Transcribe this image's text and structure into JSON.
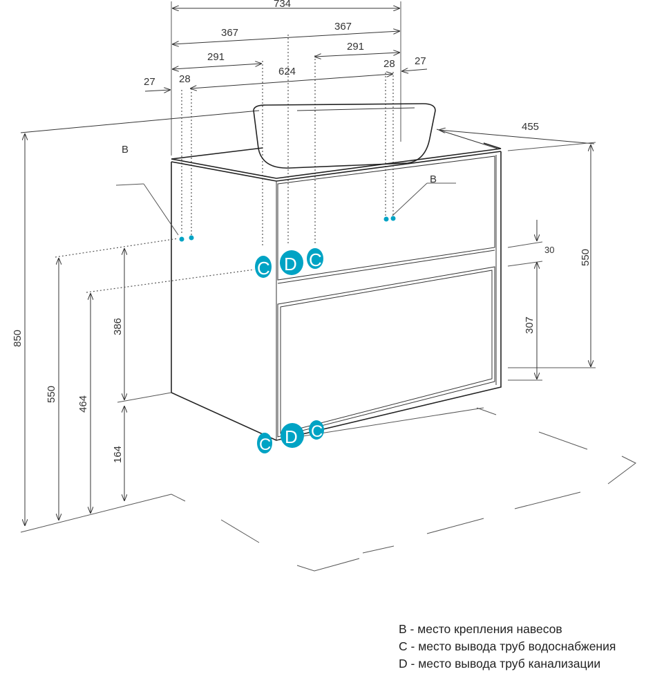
{
  "dimensions": {
    "top": {
      "total_width": "734",
      "half_left": "367",
      "half_right": "367",
      "offset_left": "291",
      "offset_right": "291",
      "inner_width": "624",
      "edge_left": "27",
      "hole_left": "28",
      "hole_right": "28",
      "edge_right": "27"
    },
    "right": {
      "depth": "455",
      "height_top": "550",
      "gap": "30",
      "drawer_height": "307"
    },
    "left": {
      "total_height": "850",
      "mount_height": "550",
      "supply_height": "464",
      "mid_height": "386",
      "floor_gap": "164"
    }
  },
  "markers": {
    "b_left": "B",
    "b_right": "B",
    "c": "C",
    "d": "D"
  },
  "accent_color": "#00a3c4",
  "legend": [
    "B - место крепления навесов",
    "C - место вывода труб водоснабжения",
    "D - место вывода труб канализации"
  ]
}
